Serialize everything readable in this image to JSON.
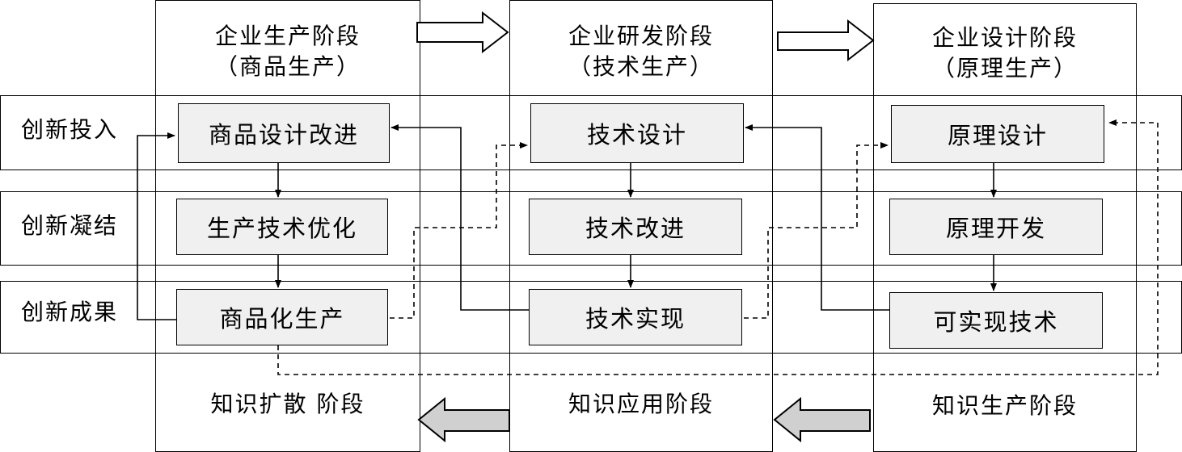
{
  "stages": [
    {
      "title": "企业生产阶段",
      "subtitle": "（商品生产）",
      "footer": "知识扩散 阶段",
      "nodes": [
        "商品设计改进",
        "生产技术优化",
        "商品化生产"
      ]
    },
    {
      "title": "企业研发阶段",
      "subtitle": "（技术生产）",
      "footer": "知识应用阶段",
      "nodes": [
        "技术设计",
        "技术改进",
        "技术实现"
      ]
    },
    {
      "title": "企业设计阶段",
      "subtitle": "（原理生产）",
      "footer": "知识生产阶段",
      "nodes": [
        "原理设计",
        "原理开发",
        "可实现技术"
      ]
    }
  ],
  "rows": [
    "创新投入",
    "创新凝结",
    "创新成果"
  ],
  "colors": {
    "line": "#000000",
    "node_fill": "#f0f0f0",
    "back_arrow_fill": "#d0d0d0",
    "fwd_arrow_fill": "#ffffff"
  }
}
